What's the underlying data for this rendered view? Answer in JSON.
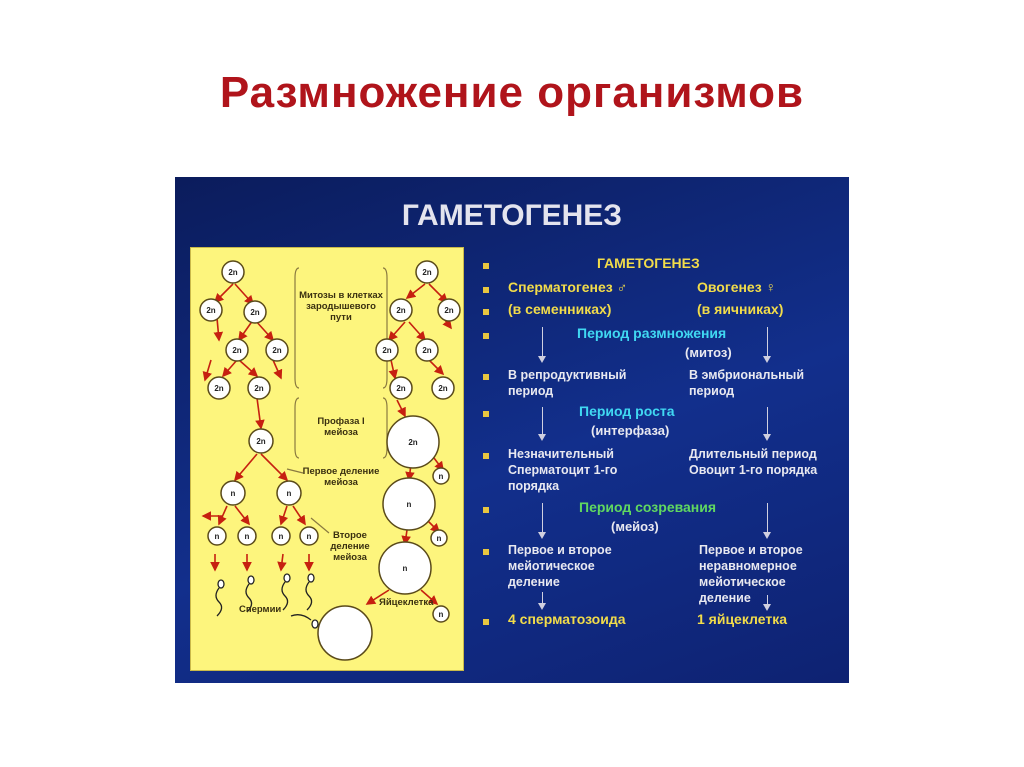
{
  "page_title": "Размножение организмов",
  "slide": {
    "title": "ГАМЕТОГЕНЕЗ",
    "diagram_labels": {
      "mitoses": "Митозы в клетках зародышевого пути",
      "prophase": "Профаза I мейоза",
      "first_division": "Первое деление мейоза",
      "second_division": "Второе деление мейоза",
      "sperm": "Спермии",
      "egg": "Яйцеклетка",
      "cell_2n": "2n",
      "cell_n": "n"
    },
    "table": {
      "heading": "ГАМЕТОГЕНЕЗ",
      "spermatogenesis": "Сперматогенез ♂",
      "spermatogenesis_place": "(в семенниках)",
      "oogenesis": "Овогенез ♀",
      "oogenesis_place": "(в яичниках)",
      "period_reproduction": "Период размножения",
      "period_reproduction_sub": "(митоз)",
      "repro_left": "В репродуктивный период",
      "repro_right": "В эмбриональный период",
      "period_growth": "Период роста",
      "period_growth_sub": "(интерфаза)",
      "growth_left": "Незначительный Сперматоцит 1-го порядка",
      "growth_right": "Длительный период Овоцит 1-го порядка",
      "period_maturation": "Период созревания",
      "period_maturation_sub": "(мейоз)",
      "mat_left": "Первое и второе мейотическое деление",
      "mat_right": "Первое и второе неравномерное мейотическое деление",
      "result_left": "4 сперматозоида",
      "result_right": "1 яйцеклетка"
    }
  },
  "colors": {
    "title_red": "#b0141b",
    "slide_blue": "#122f8c",
    "panel_yellow": "#fdf57d",
    "accent_yellow": "#f2dc4a",
    "accent_cyan": "#40d8f2",
    "accent_green": "#60d860"
  }
}
